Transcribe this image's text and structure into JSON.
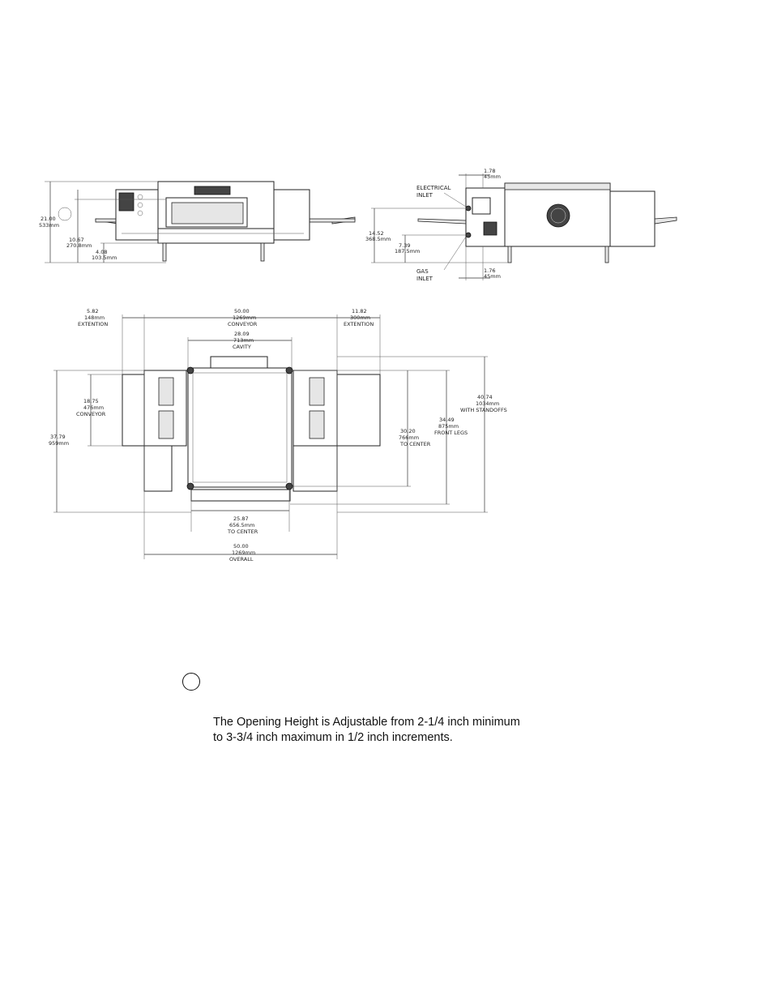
{
  "front_view": {
    "height_overall": [
      "21.00",
      "533mm"
    ],
    "opening_height": [
      "10.67",
      "270.8mm"
    ],
    "leg_height": [
      "4.08",
      "103.5mm"
    ]
  },
  "side_view": {
    "electrical_inlet": [
      "ELECTRICAL",
      "INLET"
    ],
    "gas_inlet": [
      "GAS",
      "INLET"
    ],
    "top_offset": [
      "1.78",
      "45mm"
    ],
    "bottom_offset": [
      "1.76",
      "45mm"
    ],
    "electrical_height": [
      "14.52",
      "368.5mm"
    ],
    "gas_height": [
      "7.39",
      "187.5mm"
    ]
  },
  "top_view": {
    "left_extension": [
      "5.82",
      "148mm",
      "EXTENTION"
    ],
    "conveyor_length": [
      "50.00",
      "1269mm",
      "CONVEYOR"
    ],
    "right_extension": [
      "11.82",
      "300mm",
      "EXTENTION"
    ],
    "cavity": [
      "28.09",
      "713mm",
      "CAVITY"
    ],
    "conveyor_width": [
      "18.75",
      "476mm",
      "CONVEYOR"
    ],
    "depth_overall": [
      "37.79",
      "959mm"
    ],
    "to_center_depth": [
      "30.20",
      "766mm",
      "TO CENTER"
    ],
    "front_legs": [
      "34.49",
      "875mm",
      "FRONT LEGS"
    ],
    "with_standoffs": [
      "40.74",
      "1034mm",
      "WITH STANDOFFS"
    ],
    "legs_to_center": [
      "25.87",
      "656.5mm",
      "TO CENTER"
    ],
    "overall_width": [
      "50.00",
      "1269mm",
      "OVERALL"
    ]
  },
  "note": {
    "line1": "The Opening Height is Adjustable from 2-1/4 inch minimum",
    "line2": "to 3-3/4 inch maximum in 1/2 inch increments."
  }
}
